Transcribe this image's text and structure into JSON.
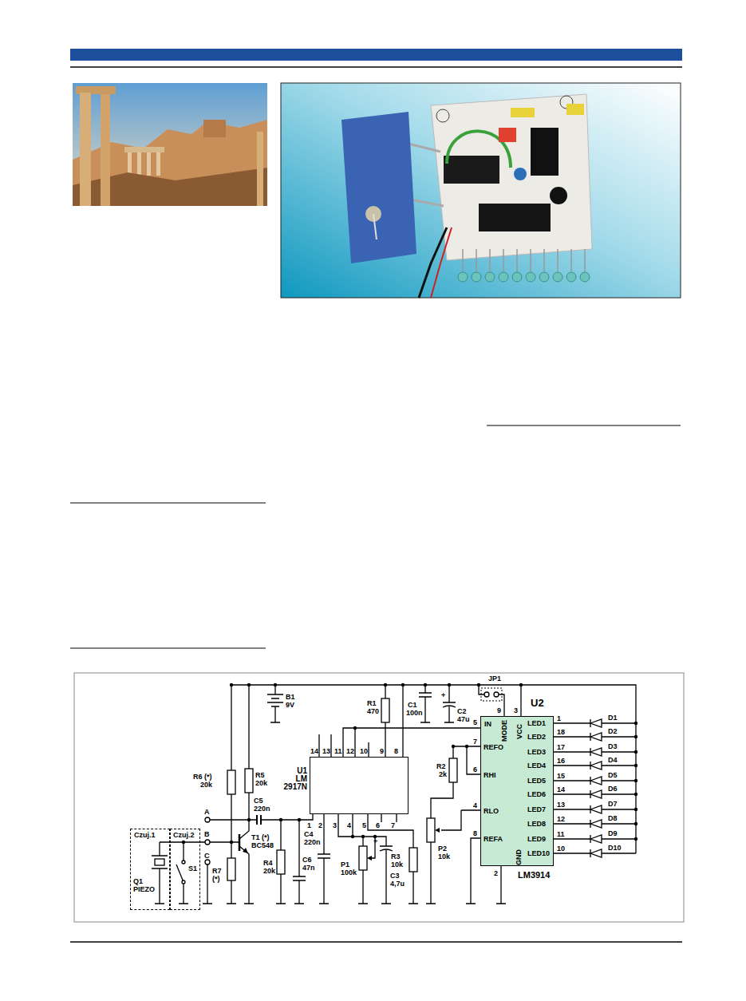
{
  "diagram": {
    "nodes": [
      {
        "text": [
          "Czuj.1",
          "Q1 PIEZO"
        ]
      },
      {
        "text": [
          "Czuj.2",
          "S1"
        ]
      },
      {
        "text": [
          "U1 LM 2917N"
        ]
      },
      {
        "text": [
          "U2",
          "IN",
          "MODE",
          "VCC",
          "REFO",
          "RHI",
          "RLO",
          "REFA",
          "GND",
          "LED1",
          "LED2",
          "LED3",
          "LED4",
          "LED5",
          "LED6",
          "LED7",
          "LED8",
          "LED9",
          "LED10",
          "LM3914"
        ]
      }
    ],
    "edges": [
      {
        "from": 2,
        "to": 3,
        "arrow": "none"
      }
    ],
    "labels": [
      "B1",
      "9V",
      "R1",
      "470",
      "C1",
      "100n",
      "C2",
      "47u",
      "+",
      "JP1",
      "R6 (*)",
      "20k",
      "R5",
      "20k",
      "C5",
      "220n",
      "A",
      "B",
      "C",
      "T1 (*)",
      "BC548",
      "R7",
      "(*)",
      "R4",
      "20k",
      "C6",
      "47n",
      "C4",
      "220n",
      "P1",
      "100k",
      "C3",
      "4,7u",
      "+",
      "R3",
      "10k",
      "P2",
      "10k",
      "R2",
      "2k",
      "14",
      "13",
      "11",
      "12",
      "10",
      "9",
      "8",
      "1",
      "2",
      "3",
      "4",
      "5",
      "6",
      "7",
      "7",
      "6",
      "4",
      "8",
      "5",
      "9",
      "3",
      "1",
      "18",
      "17",
      "16",
      "15",
      "14",
      "13",
      "12",
      "11",
      "10",
      "2",
      "D1",
      "D2",
      "D3",
      "D4",
      "D5",
      "D6",
      "D7",
      "D8",
      "D9",
      "D10"
    ]
  }
}
